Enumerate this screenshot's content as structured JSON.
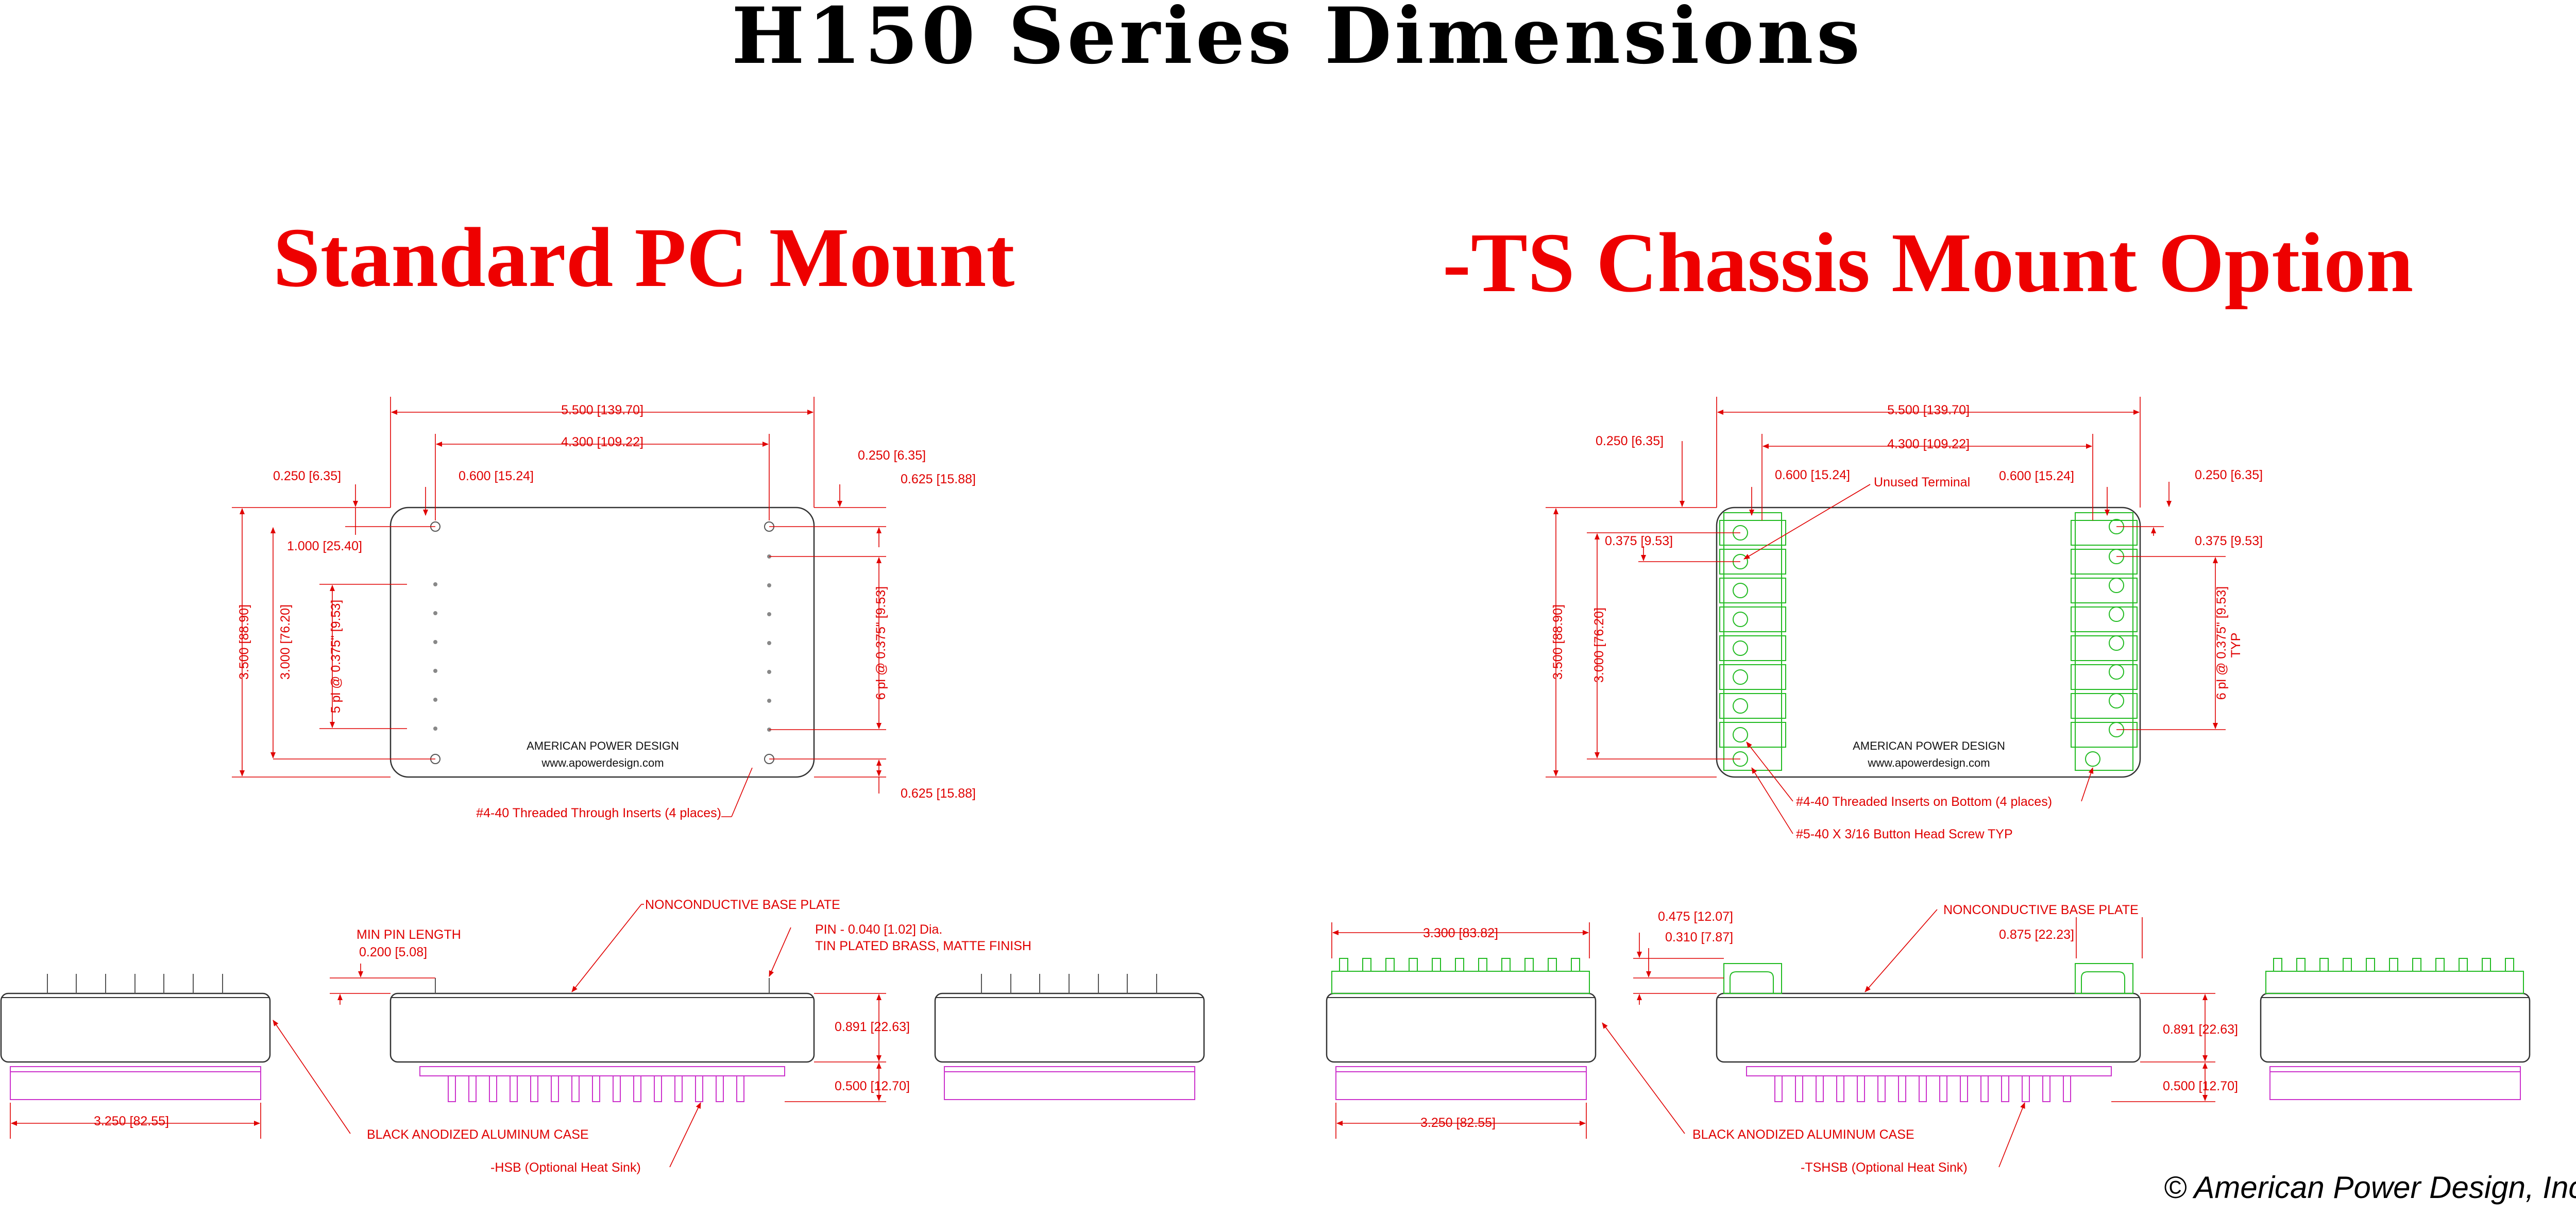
{
  "header": {
    "title": "H150 Series Dimensions",
    "left_title": "Standard PC Mount",
    "right_title": "-TS Chassis Mount Option",
    "copyright": "© American Power Design, Inc."
  },
  "left": {
    "dims": {
      "width": "5.500 [139.70]",
      "inner_width": "4.300 [109.22]",
      "edge_left": "0.250 [6.35]",
      "offset_left": "0.600 [15.24]",
      "edge_right": "0.250 [6.35]",
      "top_right": "0.625 [15.88]",
      "pin_offset": "1.000 [25.40]",
      "height": "3.500 [88.90]",
      "inner_height": "3.000 [76.20]",
      "pitch_left": "5 pl @ 0.375\" [9.53]",
      "pitch_right": "6 pl @ 0.375\" [9.53]",
      "bottom_right": "0.625 [15.88]"
    },
    "brand": "AMERICAN POWER DESIGN",
    "url": "www.apowerdesign.com",
    "inserts_note": "#4-40 Threaded Through Inserts (4 places)",
    "side": {
      "min_pin_length": "MIN PIN LENGTH",
      "min_pin_value": "0.200 [5.08]",
      "base_plate": "NONCONDUCTIVE BASE PLATE",
      "pin_note_1": "PIN -  0.040 [1.02] Dia.",
      "pin_note_2": "TIN PLATED BRASS, MATTE FINISH",
      "height": "0.891 [22.63]",
      "sink_height": "0.500 [12.70]",
      "depth": "3.250 [82.55]",
      "case": "BLACK ANODIZED ALUMINUM CASE",
      "heat_sink": "-HSB (Optional Heat Sink)"
    }
  },
  "right": {
    "dims": {
      "width": "5.500 [139.70]",
      "inner_width": "4.300 [109.22]",
      "edge_left": "0.250 [6.35]",
      "offset_left": "0.600 [15.24]",
      "unused": "Unused Terminal",
      "offset_right": "0.600 [15.24]",
      "edge_right": "0.250 [6.35]",
      "term_left": "0.375 [9.53]",
      "term_right": "0.375 [9.53]",
      "height": "3.500 [88.90]",
      "inner_height": "3.000 [76.20]",
      "pitch": "6 pl @ 0.375\" [9.53]",
      "pitch_typ": "TYP"
    },
    "brand": "AMERICAN POWER DESIGN",
    "url": "www.apowerdesign.com",
    "inserts_note": "#4-40 Threaded Inserts on Bottom (4 places)",
    "screw_note": "#5-40 X 3/16 Button Head Screw TYP",
    "side": {
      "block_depth": "3.300 [83.82]",
      "h1": "0.475 [12.07]",
      "h2": "0.310 [7.87]",
      "base_plate": "NONCONDUCTIVE BASE PLATE",
      "term_width": "0.875 [22.23]",
      "height": "0.891 [22.63]",
      "sink_height": "0.500 [12.70]",
      "depth": "3.250 [82.55]",
      "case": "BLACK ANODIZED ALUMINUM CASE",
      "heat_sink": "-TSHSB (Optional Heat Sink)"
    }
  }
}
